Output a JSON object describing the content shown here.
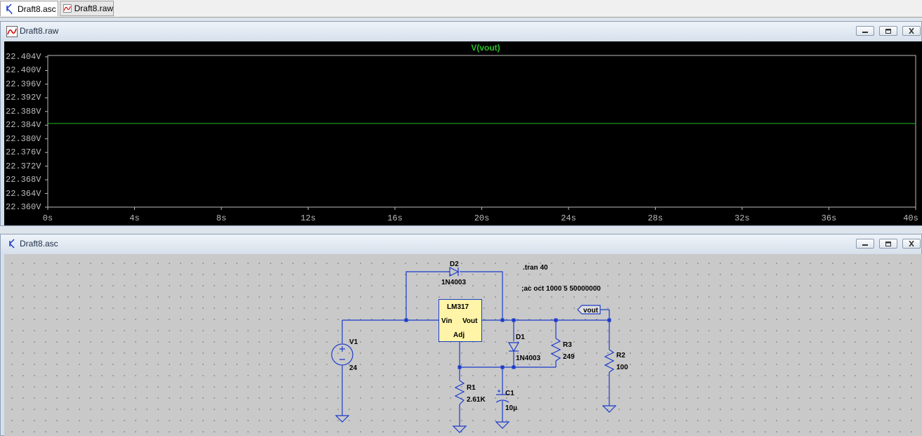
{
  "tabs": [
    {
      "label": "Draft8.asc",
      "icon": "schematic-icon",
      "active": true
    },
    {
      "label": "Draft8.raw",
      "icon": "waveform-icon",
      "active": false
    }
  ],
  "waveform_window": {
    "title": "Draft8.raw",
    "trace_name": "V(vout)",
    "y_ticks": [
      "22.404V",
      "22.400V",
      "22.396V",
      "22.392V",
      "22.388V",
      "22.384V",
      "22.380V",
      "22.376V",
      "22.372V",
      "22.368V",
      "22.364V",
      "22.360V"
    ],
    "x_ticks": [
      "0s",
      "4s",
      "8s",
      "12s",
      "16s",
      "20s",
      "24s",
      "28s",
      "32s",
      "36s",
      "40s"
    ]
  },
  "chart_data": {
    "type": "line",
    "title": "V(vout)",
    "xlabel": "",
    "ylabel": "",
    "xlim": [
      0,
      40
    ],
    "ylim": [
      22.36,
      22.406
    ],
    "series": [
      {
        "name": "V(vout)",
        "x": [
          0,
          40
        ],
        "values": [
          22.3845,
          22.3845
        ],
        "color": "#22bb22"
      }
    ]
  },
  "schematic_window": {
    "title": "Draft8.asc",
    "directives": {
      "tran": ".tran 40",
      "ac": ";ac oct 1000 5 50000000"
    },
    "net_label": "vout",
    "regulator": {
      "name": "LM317",
      "pin_in": "Vin",
      "pin_out": "Vout",
      "pin_adj": "Adj"
    },
    "components": {
      "D2": {
        "ref": "D2",
        "value": "1N4003"
      },
      "D1": {
        "ref": "D1",
        "value": "1N4003"
      },
      "R3": {
        "ref": "R3",
        "value": "249"
      },
      "R2": {
        "ref": "R2",
        "value": "100"
      },
      "R1": {
        "ref": "R1",
        "value": "2.61K"
      },
      "C1": {
        "ref": "C1",
        "value": "10µ"
      },
      "V1": {
        "ref": "V1",
        "value": "24"
      }
    }
  },
  "colors": {
    "trace": "#22bb22",
    "wire": "#1a3ccc",
    "component": "#1a3ccc",
    "plot_bg": "#000000",
    "schematic_bg": "#c9c9c9",
    "ic_fill": "#fff4a8"
  }
}
